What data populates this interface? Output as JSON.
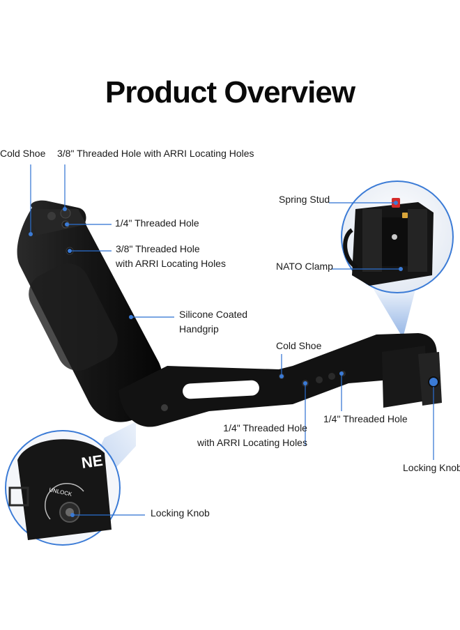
{
  "title": "Product Overview",
  "labels": {
    "cold_shoe_top": "Cold Shoe",
    "threaded_hole_arri_top": "3/8\" Threaded Hole with ARRI Locating Holes",
    "quarter_threaded_hole_top": "1/4\" Threaded Hole",
    "threaded_hole_arri_side_line1": "3/8\" Threaded Hole",
    "threaded_hole_arri_side_line2": "with ARRI Locating Holes",
    "spring_stud": "Spring Stud",
    "nato_clamp": "NATO Clamp",
    "handgrip_line1": "Silicone Coated",
    "handgrip_line2": "Handgrip",
    "cold_shoe_arm": "Cold Shoe",
    "quarter_threaded_hole_arm": "1/4\" Threaded Hole",
    "quarter_arri_line1": "1/4\" Threaded Hole",
    "quarter_arri_line2": "with ARRI Locating Holes",
    "locking_knob_right": "Locking Knob",
    "locking_knob_left": "Locking Knob",
    "unlock_text": "UNLOCK",
    "brand_fragment": "NE"
  },
  "colors": {
    "product": "#141414",
    "leader_line": "#2b6fd1",
    "callout_border": "#3b7bd6",
    "marker_dot": "#3b7bd6"
  }
}
